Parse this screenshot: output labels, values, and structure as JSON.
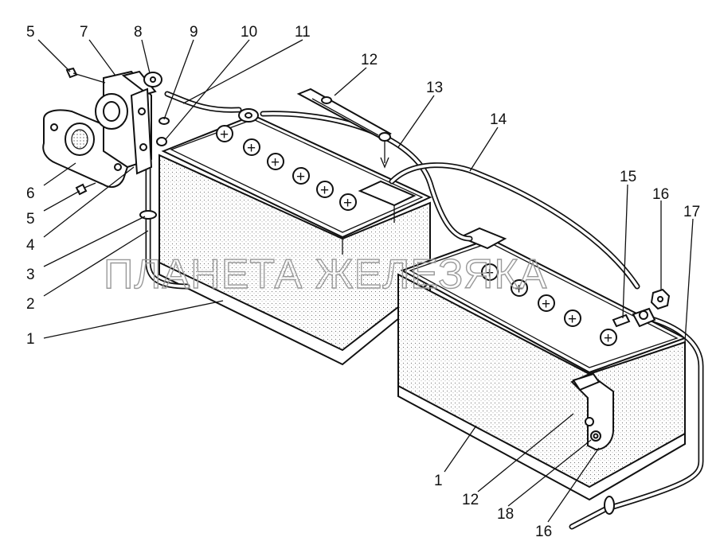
{
  "diagram": {
    "watermark": "ПЛАНЕТА ЖЕЛЕЗЯКА",
    "callouts": [
      "5",
      "7",
      "8",
      "9",
      "10",
      "11",
      "12",
      "13",
      "14",
      "6",
      "5",
      "4",
      "3",
      "2",
      "1",
      "15",
      "16",
      "17",
      "1",
      "12",
      "18",
      "16"
    ],
    "cap_symbol": "+"
  }
}
